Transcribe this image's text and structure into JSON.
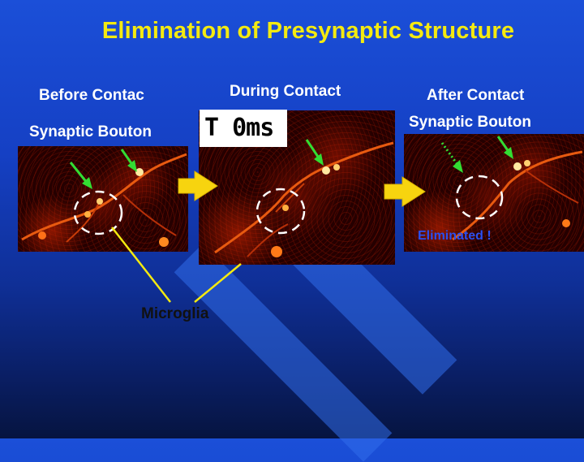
{
  "title": "Elimination of Presynaptic Structure",
  "labels": {
    "before": "Before Contac",
    "during": "During Contact",
    "after": "After Contact",
    "synaptic_bouton_left": "Synaptic Bouton",
    "synaptic_bouton_right": "Synaptic Bouton",
    "time_stamp": "T 0ms",
    "eliminated": "Eliminated !",
    "microglia": "Microglia"
  },
  "colors": {
    "title": "#f4ea10",
    "label": "#ffffff",
    "pointer_arrow": "#33dd33",
    "flow_arrow": "#f7d40f",
    "microglia_line": "#f4ea10",
    "eliminated": "#2a4ff0",
    "circle_outline": "#ffffff"
  }
}
